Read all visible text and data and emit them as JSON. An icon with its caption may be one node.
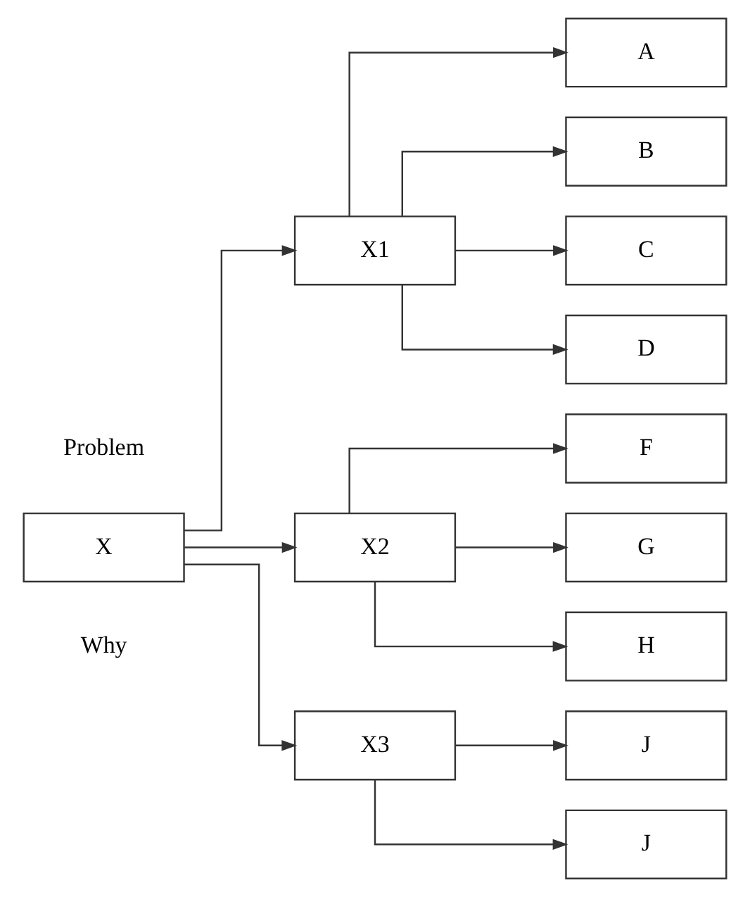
{
  "diagram": {
    "nodes": [
      {
        "text": [
          "X"
        ]
      },
      {
        "text": [
          "X1"
        ]
      },
      {
        "text": [
          "X2"
        ]
      },
      {
        "text": [
          "X3"
        ]
      },
      {
        "text": [
          "A"
        ]
      },
      {
        "text": [
          "B"
        ]
      },
      {
        "text": [
          "C"
        ]
      },
      {
        "text": [
          "D"
        ]
      },
      {
        "text": [
          "F"
        ]
      },
      {
        "text": [
          "G"
        ]
      },
      {
        "text": [
          "H"
        ]
      },
      {
        "text": [
          "J"
        ]
      },
      {
        "text": [
          "J"
        ]
      }
    ],
    "edges": [
      {
        "from": 0,
        "to": 1,
        "arrow": "to"
      },
      {
        "from": 0,
        "to": 2,
        "arrow": "to"
      },
      {
        "from": 0,
        "to": 3,
        "arrow": "to"
      },
      {
        "from": 1,
        "to": 4,
        "arrow": "to"
      },
      {
        "from": 1,
        "to": 5,
        "arrow": "to"
      },
      {
        "from": 1,
        "to": 6,
        "arrow": "to"
      },
      {
        "from": 1,
        "to": 7,
        "arrow": "to"
      },
      {
        "from": 2,
        "to": 8,
        "arrow": "to"
      },
      {
        "from": 2,
        "to": 9,
        "arrow": "to"
      },
      {
        "from": 2,
        "to": 10,
        "arrow": "to"
      },
      {
        "from": 3,
        "to": 11,
        "arrow": "to"
      },
      {
        "from": 3,
        "to": 12,
        "arrow": "to"
      }
    ],
    "labels": [
      "Problem",
      "Why"
    ]
  }
}
